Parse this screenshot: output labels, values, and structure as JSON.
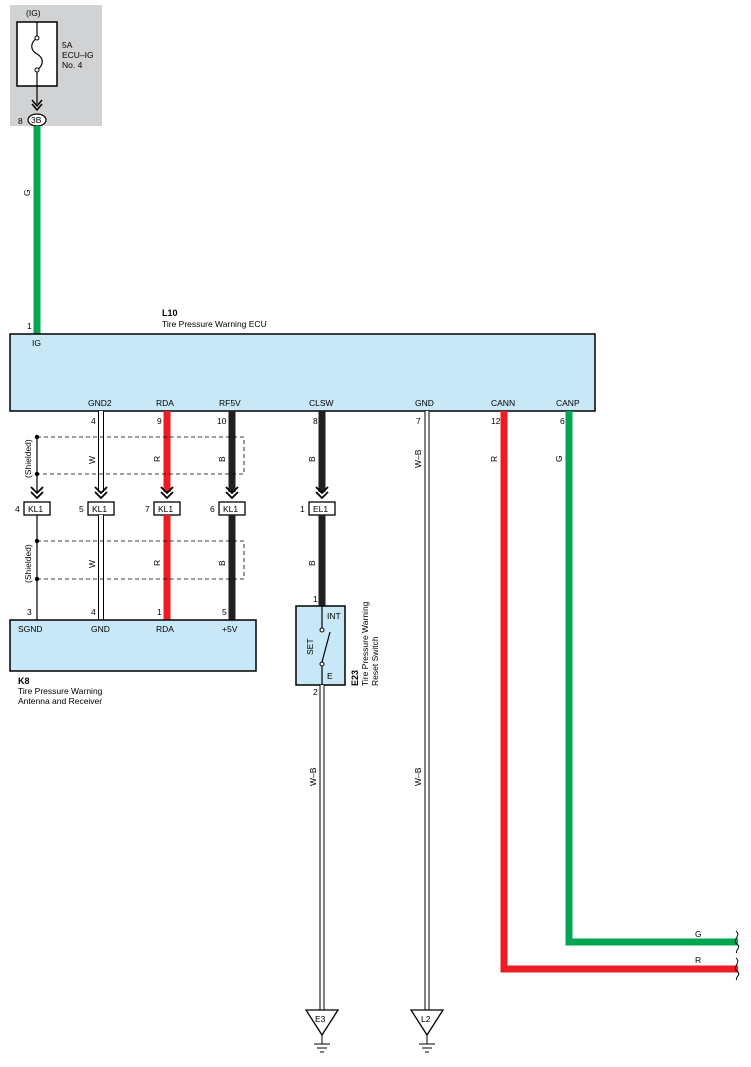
{
  "power": {
    "label": "(IG)",
    "fuse_rating": "5A",
    "fuse_name_1": "ECU–IG",
    "fuse_name_2": "No. 4",
    "conn_id": "3B",
    "conn_pin": "8"
  },
  "ecu": {
    "id": "L10",
    "name": "Tire Pressure Warning ECU",
    "ig_label": "IG",
    "ig_pin": "1",
    "terms": [
      {
        "label": "GND2",
        "pin": "4"
      },
      {
        "label": "RDA",
        "pin": "9"
      },
      {
        "label": "RF5V",
        "pin": "10"
      },
      {
        "label": "CLSW",
        "pin": "8"
      },
      {
        "label": "GND",
        "pin": "7"
      },
      {
        "label": "CANN",
        "pin": "12"
      },
      {
        "label": "CANP",
        "pin": "6"
      }
    ]
  },
  "wire_colors": {
    "g": "G",
    "w": "W",
    "r": "R",
    "b": "B",
    "wb": "W–B"
  },
  "shield": {
    "label": "(Shielded)"
  },
  "kl1": {
    "name": "KL1",
    "pins": [
      "4",
      "5",
      "7",
      "6"
    ]
  },
  "el1": {
    "name": "EL1",
    "pin": "1"
  },
  "antenna": {
    "id": "K8",
    "name_1": "Tire Pressure Warning",
    "name_2": "Antenna and Receiver",
    "terms": [
      {
        "label": "SGND",
        "pin": "3"
      },
      {
        "label": "GND",
        "pin": "4"
      },
      {
        "label": "RDA",
        "pin": "1"
      },
      {
        "label": "+5V",
        "pin": "5"
      }
    ]
  },
  "switch": {
    "id": "E23",
    "name_1": "Tire Pressure Warning",
    "name_2": "Reset Switch",
    "pin_top": "1",
    "pin_bottom": "2",
    "int_label": "INT",
    "set_label": "SET",
    "e_label": "E"
  },
  "grounds": {
    "g1": "E3",
    "g2": "L2"
  },
  "colors": {
    "green": "#00a650",
    "red": "#ed1c24",
    "black": "#231f20",
    "box_fill": "#c8e8f8",
    "fuse_bg": "#d0d2d3"
  }
}
